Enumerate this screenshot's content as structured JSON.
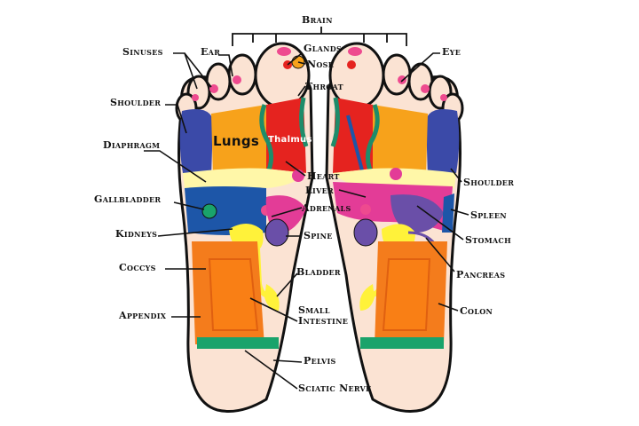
{
  "labels": {
    "brain": "Brain",
    "glands": "Glands",
    "nose": "Nose",
    "throat": "Throat",
    "sinuses": "Sinuses",
    "ear": "Ear",
    "eye": "Eye",
    "shoulder_left": "Shoulder",
    "shoulder_right": "Shoulder",
    "diaphragm": "Diaphragm",
    "lungs": "Lungs",
    "thalmus": "Thalmus",
    "heart": "Heart",
    "liver": "Liver",
    "adrenals": "Adrenals",
    "gallbladder": "Gallbladder",
    "kidneys": "Kidneys",
    "spine": "Spine",
    "coccys": "Coccys",
    "bladder": "Bladder",
    "appendix": "Appendix",
    "small_intestine_1": "Small",
    "small_intestine_2": "Intestine",
    "pelvis": "Pelvis",
    "sciatic_nerve": "Sciatic Nerve",
    "spleen": "Spleen",
    "stomach": "Stomach",
    "pancreas": "Pancreas",
    "colon": "Colon"
  },
  "colors": {
    "skin": "#fbe3d3",
    "outline": "#111111",
    "blue_shoulder": "#3b4aa8",
    "lungs_orange": "#f7a21b",
    "thalmus_red": "#e5231f",
    "diaphragm_yellow": "#fff7a8",
    "dark_blue": "#1d56a8",
    "yellow_kidney": "#fff23a",
    "orange_colon": "#f47c1c",
    "green_pelvis": "#1aa36b",
    "pink_toe": "#ee4a8f",
    "magenta": "#e33c97",
    "purple": "#6a4fa8",
    "teal": "#1e8c6a"
  }
}
